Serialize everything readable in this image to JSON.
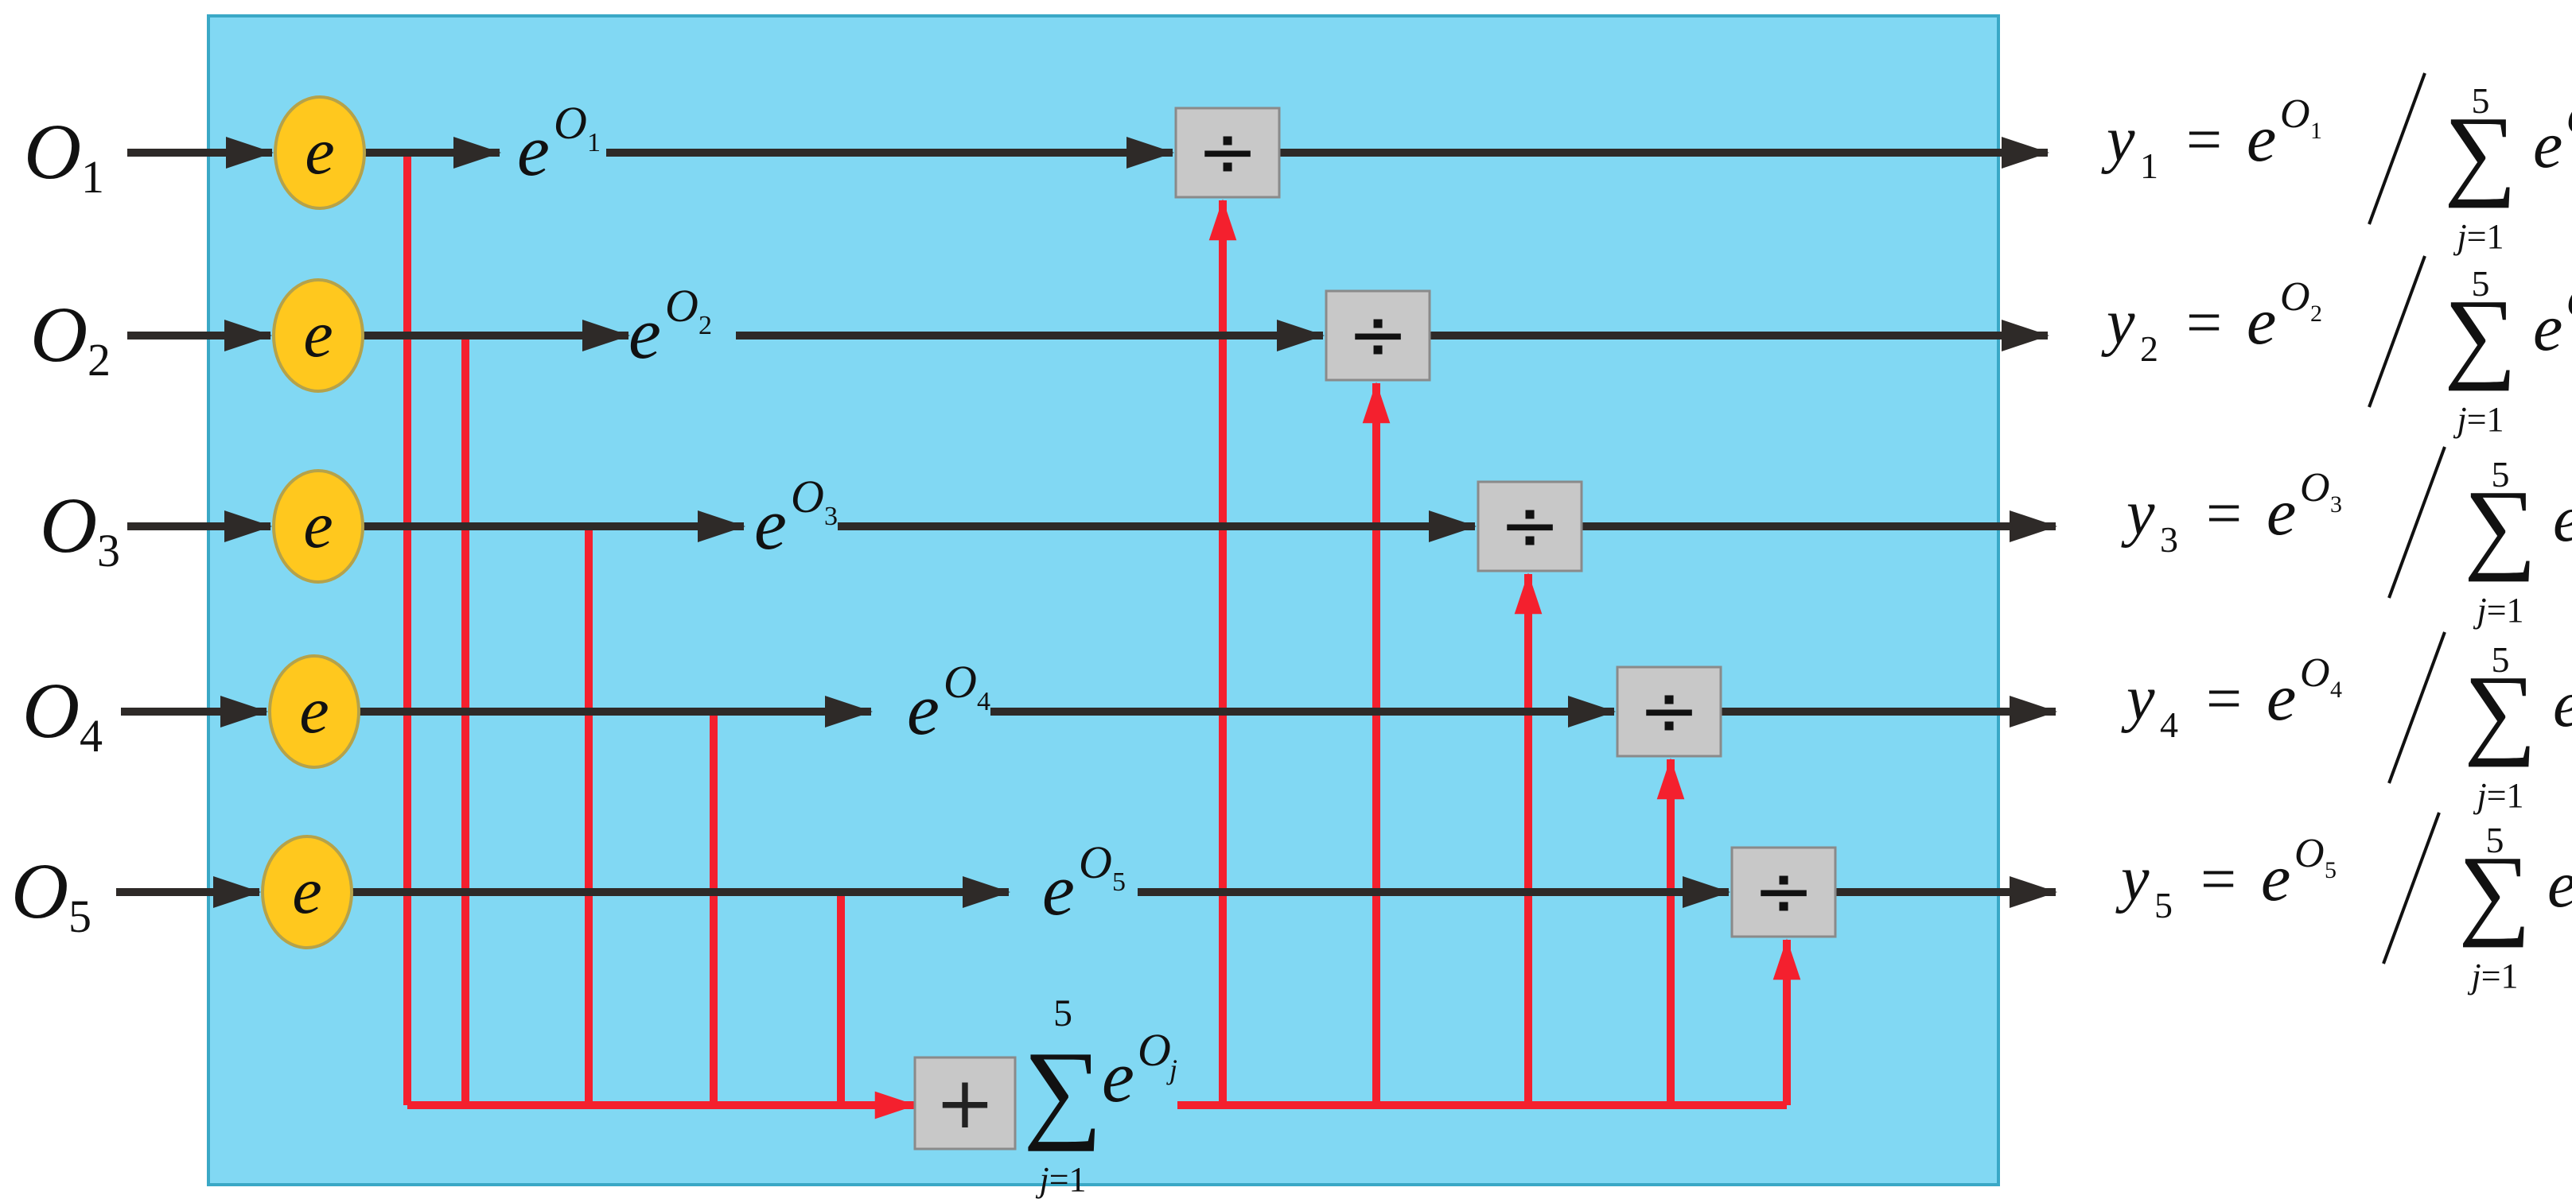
{
  "diagram": {
    "inputs": [
      {
        "base": "O",
        "sub": "1"
      },
      {
        "base": "O",
        "sub": "2"
      },
      {
        "base": "O",
        "sub": "3"
      },
      {
        "base": "O",
        "sub": "4"
      },
      {
        "base": "O",
        "sub": "5"
      }
    ],
    "exp_node_label": "e",
    "exp_outputs": [
      {
        "base": "e",
        "sup": "O",
        "subsub": "1"
      },
      {
        "base": "e",
        "sup": "O",
        "subsub": "2"
      },
      {
        "base": "e",
        "sup": "O",
        "subsub": "3"
      },
      {
        "base": "e",
        "sup": "O",
        "subsub": "4"
      },
      {
        "base": "e",
        "sup": "O",
        "subsub": "5"
      }
    ],
    "divide_symbol": "÷",
    "sum_node": {
      "symbol": "+",
      "sigma": "∑",
      "upper": "5",
      "lower_var": "j",
      "lower_eq": "=1",
      "term_base": "e",
      "term_sup": "O",
      "term_subsub": "j"
    },
    "outputs": [
      {
        "y": "y",
        "sub": "1",
        "eq": "=",
        "num_sub": "1"
      },
      {
        "y": "y",
        "sub": "2",
        "eq": "=",
        "num_sub": "2"
      },
      {
        "y": "y",
        "sub": "3",
        "eq": "=",
        "num_sub": "3"
      },
      {
        "y": "y",
        "sub": "4",
        "eq": "=",
        "num_sub": "4"
      },
      {
        "y": "y",
        "sub": "5",
        "eq": "=",
        "num_sub": "5"
      }
    ],
    "colors": {
      "panel_fill": "#81D8F3",
      "panel_border": "#3AA8C6",
      "node_fill": "#FFC81E",
      "node_border": "#B5A24A",
      "box_fill": "#C8C8C8",
      "box_border": "#8A8A8A",
      "black_arrow": "#2E2A28",
      "red_arrow": "#F4202E"
    }
  }
}
